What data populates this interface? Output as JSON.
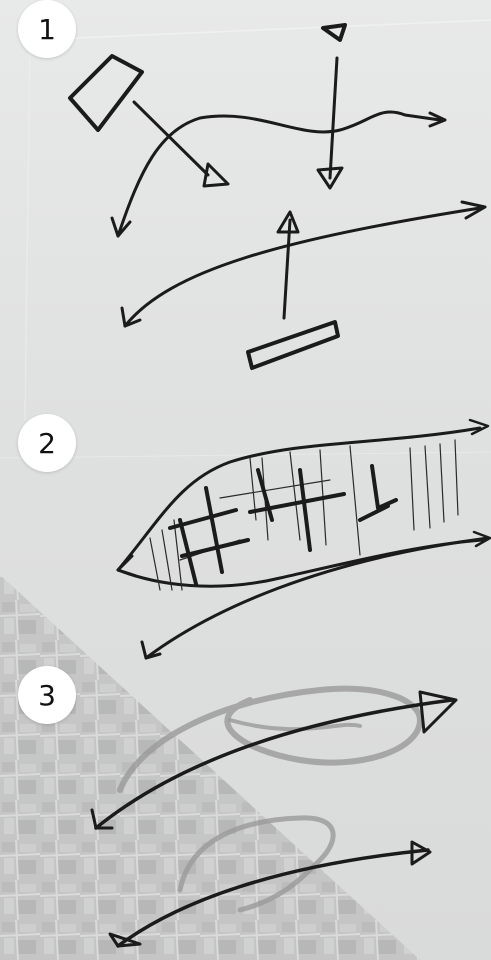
{
  "sections": [
    {
      "number": "1"
    },
    {
      "number": "2"
    },
    {
      "number": "3"
    }
  ],
  "colors": {
    "background": "#dfe0e0",
    "ink": "#1b1b1b",
    "pencil": "#9a9a9a",
    "badge": "#ffffff"
  }
}
